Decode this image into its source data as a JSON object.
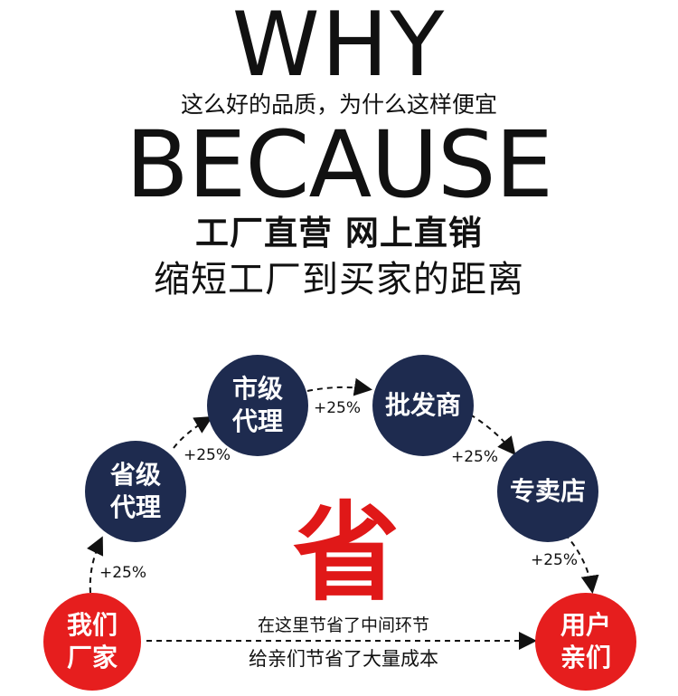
{
  "header": {
    "why": "WHY",
    "why_subtitle": "这么好的品质，为什么这样便宜",
    "because": "BECAUSE",
    "reason_line1": "工厂直营  网上直销",
    "reason_line2": "缩短工厂到买家的距离"
  },
  "flow": {
    "nodes": {
      "factory": [
        "我们",
        "厂家"
      ],
      "provincial": [
        "省级",
        "代理"
      ],
      "city": [
        "市级",
        "代理"
      ],
      "wholesaler": "批发商",
      "store": "专卖店",
      "user": [
        "用户",
        "亲们"
      ]
    },
    "markups": [
      "+25%",
      "+25%",
      "+25%",
      "+25%",
      "+25%"
    ],
    "center_char": "省",
    "note_line1": "在这里节省了中间环节",
    "note_line2": "给亲们节省了大量成本"
  },
  "colors": {
    "navy": "#1e2b4f",
    "red": "#e61e1e",
    "text": "#111111"
  }
}
